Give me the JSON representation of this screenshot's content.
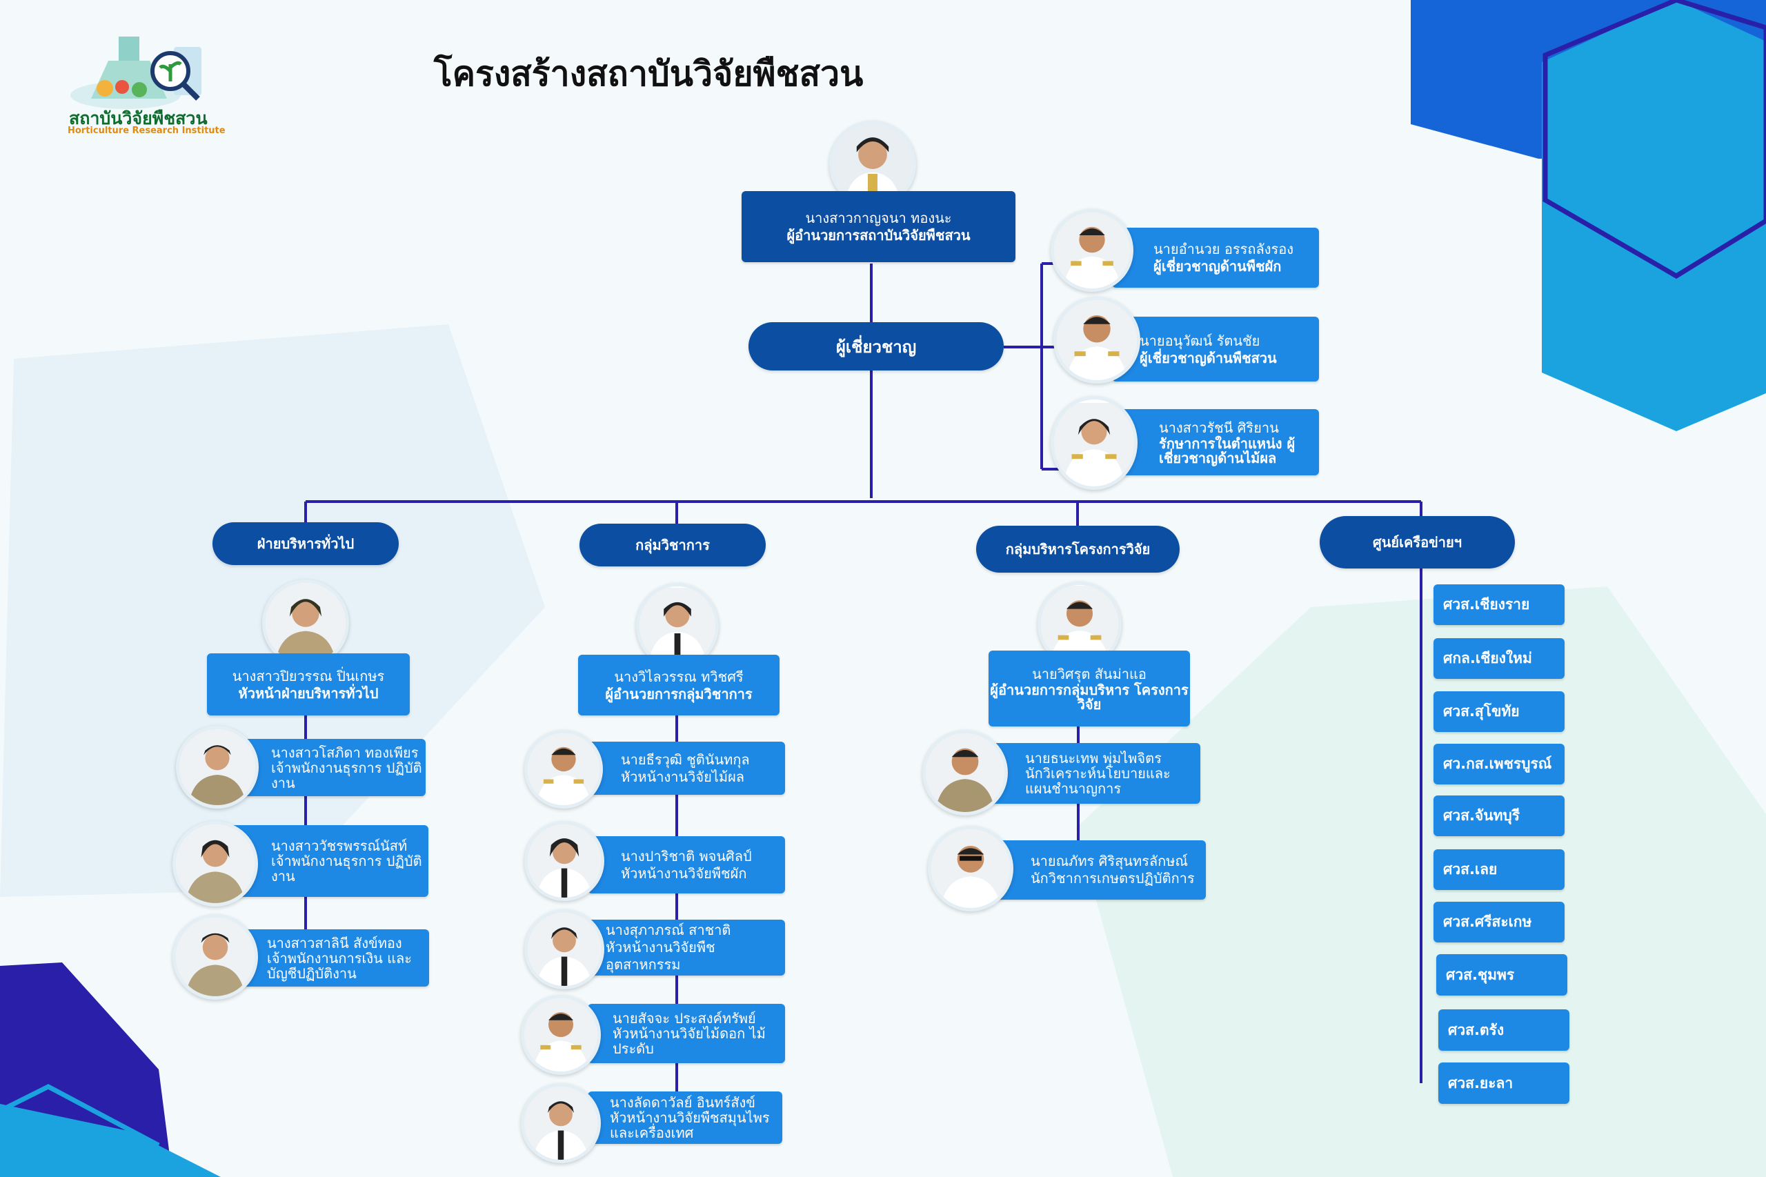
{
  "title": "โครงสร้างสถาบันวิจัยพืชสวน",
  "logo": {
    "name_th": "สถาบันวิจัยพืชสวน",
    "name_en": "Horticulture Research Institute"
  },
  "director": {
    "name": "นางสาวกาญจนา ทองนะ",
    "position": "ผู้อำนวยการสถาบันวิจัยพืชสวน"
  },
  "experts": {
    "label": "ผู้เชี่ยวชาญ",
    "members": [
      {
        "name": "นายอำนวย อรรถลังรอง",
        "position": "ผู้เชี่ยวชาญด้านพืชผัก"
      },
      {
        "name": "นายอนุวัฒน์ รัตนชัย",
        "position": "ผู้เชี่ยวชาญด้านพืชสวน"
      },
      {
        "name": "นางสาวรัชนี ศิริยาน",
        "position": "รักษาการในตำแหน่ง ผู้เชี่ยวชาญด้านไม้ผล"
      }
    ]
  },
  "divisions": [
    {
      "label": "ฝ่ายบริหารทั่วไป",
      "head": {
        "name": "นางสาวปิยวรรณ ปิ่นเกษร",
        "position": "หัวหน้าฝ่ายบริหารทั่วไป"
      },
      "staff": [
        {
          "name": "นางสาวโสภิดา ทองเพียร",
          "role": "เจ้าพนักงานธุรการ ปฏิบัติงาน"
        },
        {
          "name": "นางสาววัชรพรรณ์นัสท์",
          "role": "เจ้าพนักงานธุรการ ปฏิบัติงาน"
        },
        {
          "name": "นางสาวสาลินี สังข์ทอง",
          "role": "เจ้าพนักงานการเงิน และบัญชีปฏิบัติงาน"
        }
      ]
    },
    {
      "label": "กลุ่มวิชาการ",
      "head": {
        "name": "นางวิไลวรรณ ทวิชศรี",
        "position": "ผู้อำนวยการกลุ่มวิชาการ"
      },
      "staff": [
        {
          "name": "นายธีรวุฒิ ชูตินันทกุล",
          "role": "หัวหน้างานวิจัยไม้ผล"
        },
        {
          "name": "นางปาริชาติ พจนศิลป์",
          "role": "หัวหน้างานวิจัยพืชผัก"
        },
        {
          "name": "นางสุภาภรณ์ สาชาติ",
          "role": "หัวหน้างานวิจัยพืชอุตสาหกรรม"
        },
        {
          "name": "นายสัจจะ ประสงค์ทรัพย์",
          "role": "หัวหน้างานวิจัยไม้ดอก ไม้ประดับ"
        },
        {
          "name": "นางลัดดาวัลย์ อินทร์สังข์",
          "role": "หัวหน้างานวิจัยพืชสมุนไพร และเครื่องเทศ"
        }
      ]
    },
    {
      "label": "กลุ่มบริหารโครงการวิจัย",
      "head": {
        "name": "นายวิศรุต สันม่าแอ",
        "position": "ผู้อำนวยการกลุ่มบริหาร โครงการวิจัย"
      },
      "staff": [
        {
          "name": "นายธนะเทพ พุ่มไพจิตร",
          "role": "นักวิเคราะห์นโยบายและ แผนชำนาญการ"
        },
        {
          "name": "นายณภัทร ศิริสุนทรลักษณ์",
          "role": "นักวิชาการเกษตรปฏิบัติการ"
        }
      ]
    },
    {
      "label": "ศูนย์เครือข่ายฯ",
      "centers": [
        "ศวส.เชียงราย",
        "ศกล.เชียงใหม่",
        "ศวส.สุโขทัย",
        "ศว.กส.เพชรบูรณ์",
        "ศวส.จันทบุรี",
        "ศวส.เลย",
        "ศวส.ศรีสะเกษ",
        "ศวส.ชุมพร",
        "ศวส.ตรัง",
        "ศวส.ยะลา"
      ]
    }
  ],
  "colors": {
    "dark_blue": "#0b4ea2",
    "mid_blue": "#1e88e5",
    "line": "#2a1fa8",
    "hex_blue": "#1565d8",
    "hex_cyan": "#1aa3df"
  }
}
